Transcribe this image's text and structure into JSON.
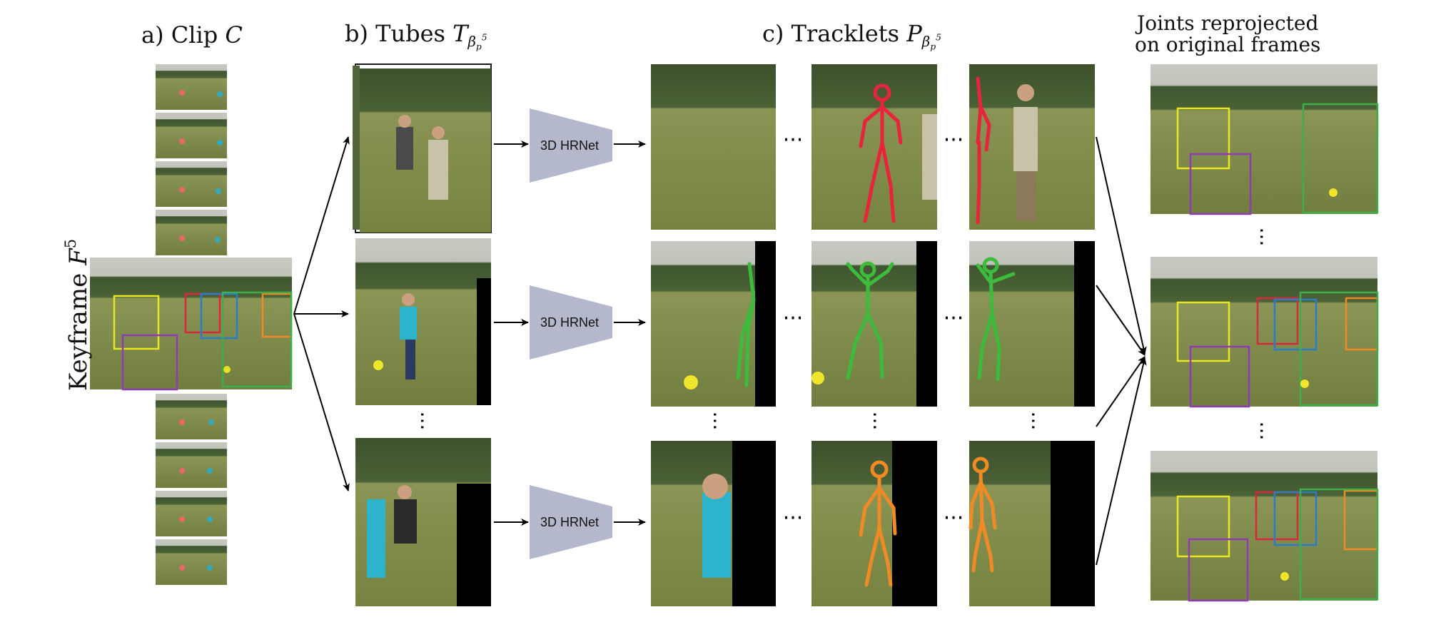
{
  "labels": {
    "clip_prefix": "a) Clip",
    "clip_symbol": "C",
    "tubes_prefix": "b) Tubes",
    "tubes_symbol": "T",
    "tracklets_prefix": "c) Tracklets",
    "tracklets_symbol": "P",
    "subscript_beta": "β",
    "subscript_p": "p",
    "superscript_5": "5",
    "joints_line1": "Joints reprojected",
    "joints_line2": "on original frames",
    "keyframe_prefix": "Keyframe",
    "keyframe_symbol": "F"
  },
  "network_label": "3D HRNet",
  "ellipsis": "···",
  "colors": {
    "grass": "#7f8a4a",
    "grass_dark": "#5d6a34",
    "sky": "#c9cbc4",
    "trees": "#3d4f2e",
    "trapezoid": "#b4b8cc",
    "skeleton_red": "#e8243c",
    "skeleton_green": "#3dbb3d",
    "skeleton_orange": "#f08a24",
    "box_yellow": "#e8e81e",
    "box_purple": "#8e3cb4",
    "box_red": "#d8283c",
    "box_blue": "#2c7cc4",
    "box_green": "#3caf4a",
    "box_orange": "#f08a24"
  }
}
